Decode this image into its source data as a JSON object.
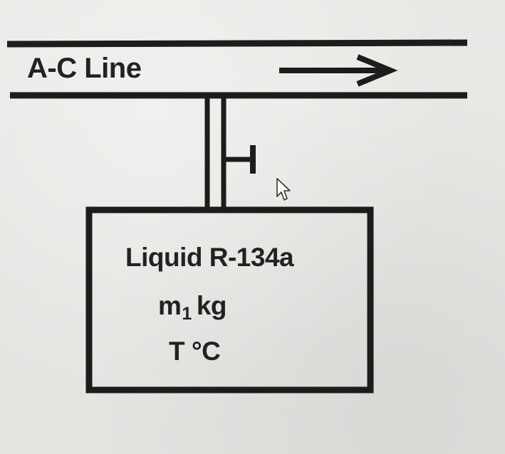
{
  "line": {
    "label": "A-C Line"
  },
  "tank": {
    "contents": "Liquid R-134a",
    "mass_symbol": "m",
    "mass_subscript": "1",
    "mass_unit": "kg",
    "temperature": "T °C"
  },
  "colors": {
    "background": "#e6e6e3",
    "stroke": "#1c1c1c"
  },
  "icons": [
    "flow-direction-arrow-icon",
    "valve-icon",
    "mouse-cursor-icon"
  ]
}
